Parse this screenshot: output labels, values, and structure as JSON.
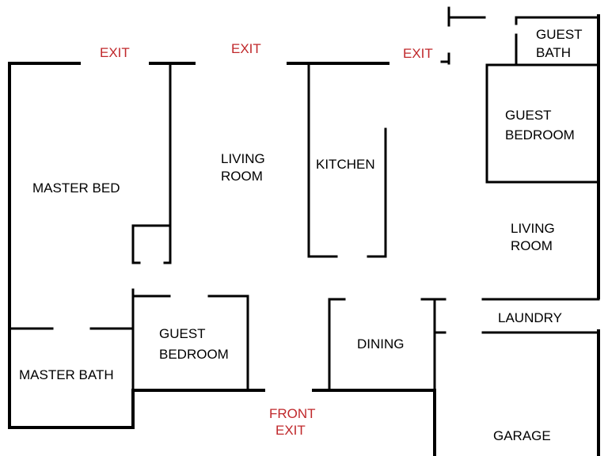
{
  "colors": {
    "wall": "#000000",
    "room_label": "#000000",
    "exit_label": "#c0282b",
    "background": "#ffffff"
  },
  "rooms": {
    "master_bed": "MASTER BED",
    "master_bath": "MASTER BATH",
    "living_room_center": [
      "LIVING",
      "ROOM"
    ],
    "kitchen": "KITCHEN",
    "guest_bath": [
      "GUEST",
      "BATH"
    ],
    "guest_bedroom_right": [
      "GUEST",
      "BEDROOM"
    ],
    "living_room_right": [
      "LIVING",
      "ROOM"
    ],
    "guest_bedroom_left": [
      "GUEST",
      "BEDROOM"
    ],
    "dining": "DINING",
    "laundry": "LAUNDRY",
    "garage": "GARAGE"
  },
  "exits": {
    "top_left": "EXIT",
    "top_center": "EXIT",
    "top_right": "EXIT",
    "front": [
      "FRONT",
      "EXIT"
    ]
  }
}
